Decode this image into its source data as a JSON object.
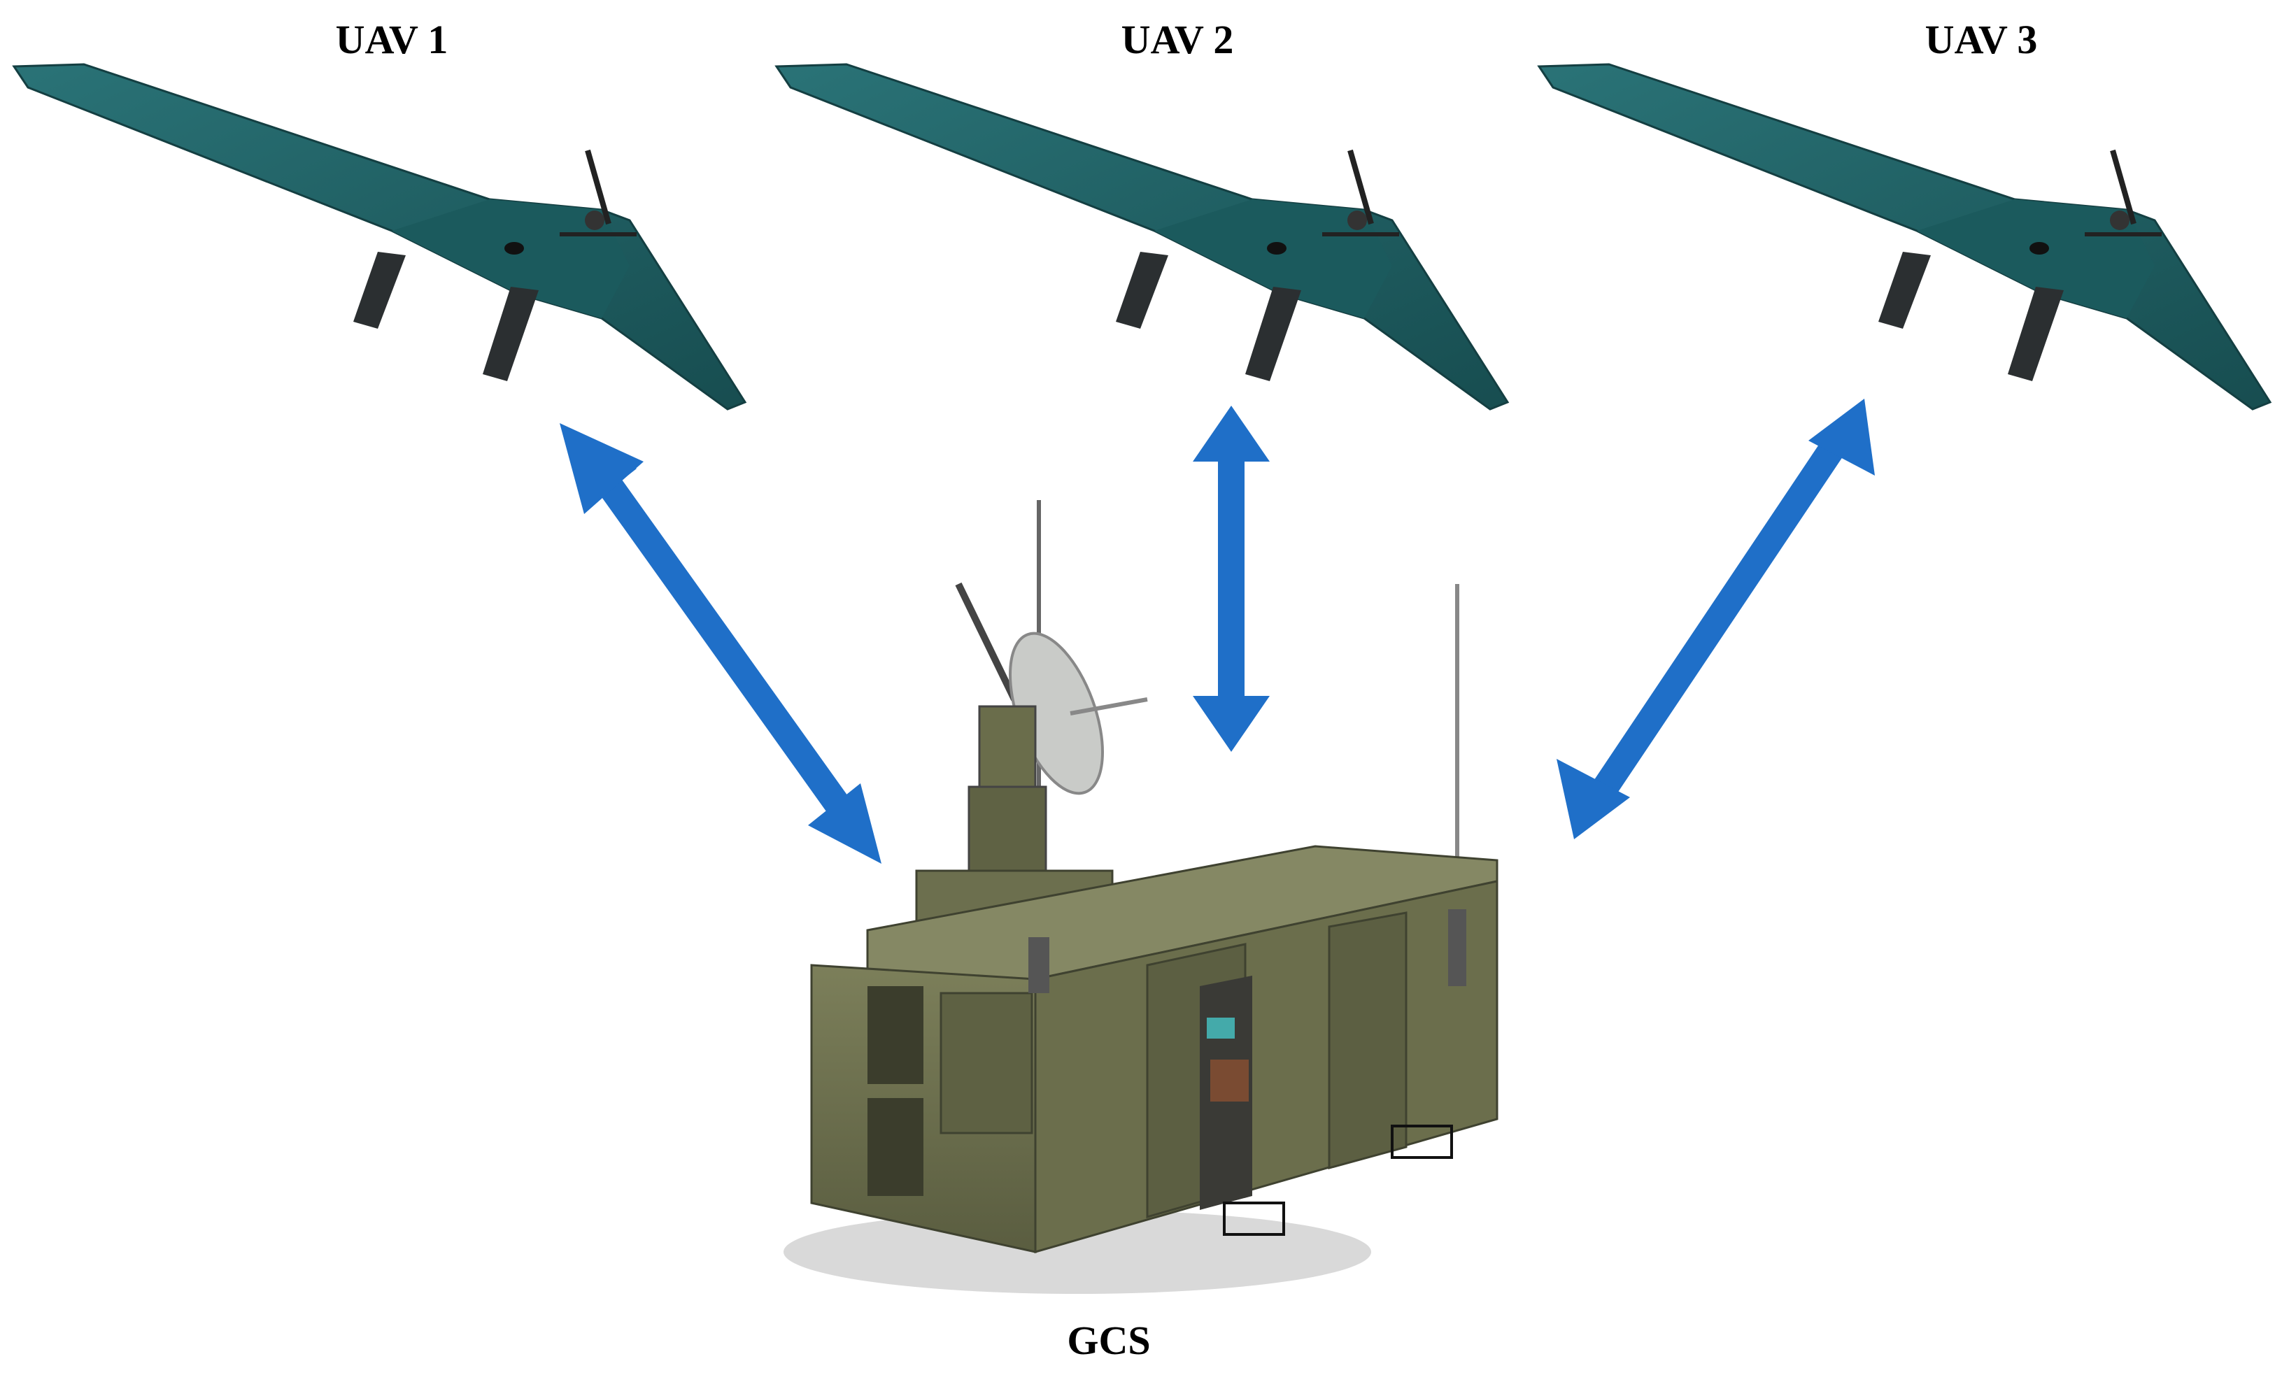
{
  "nodes": {
    "uav1": {
      "label": "UAV 1"
    },
    "uav2": {
      "label": "UAV 2"
    },
    "uav3": {
      "label": "UAV 3"
    },
    "gcs": {
      "label": "GCS"
    }
  },
  "links": [
    {
      "from": "gcs",
      "to": "uav1",
      "direction": "bidirectional"
    },
    {
      "from": "gcs",
      "to": "uav2",
      "direction": "bidirectional"
    },
    {
      "from": "gcs",
      "to": "uav3",
      "direction": "bidirectional"
    }
  ],
  "colors": {
    "arrow": "#1f6fc8",
    "uav_body": "#1f5f63",
    "uav_body_shadow": "#154548",
    "uav_tail": "#2b2f31",
    "gcs_body": "#6f7251",
    "gcs_dark": "#4f5238",
    "gcs_light": "#8a8d66"
  },
  "icons": {
    "uav": "fixed-wing-drone-icon",
    "gcs": "ground-control-station-shelter-icon"
  }
}
